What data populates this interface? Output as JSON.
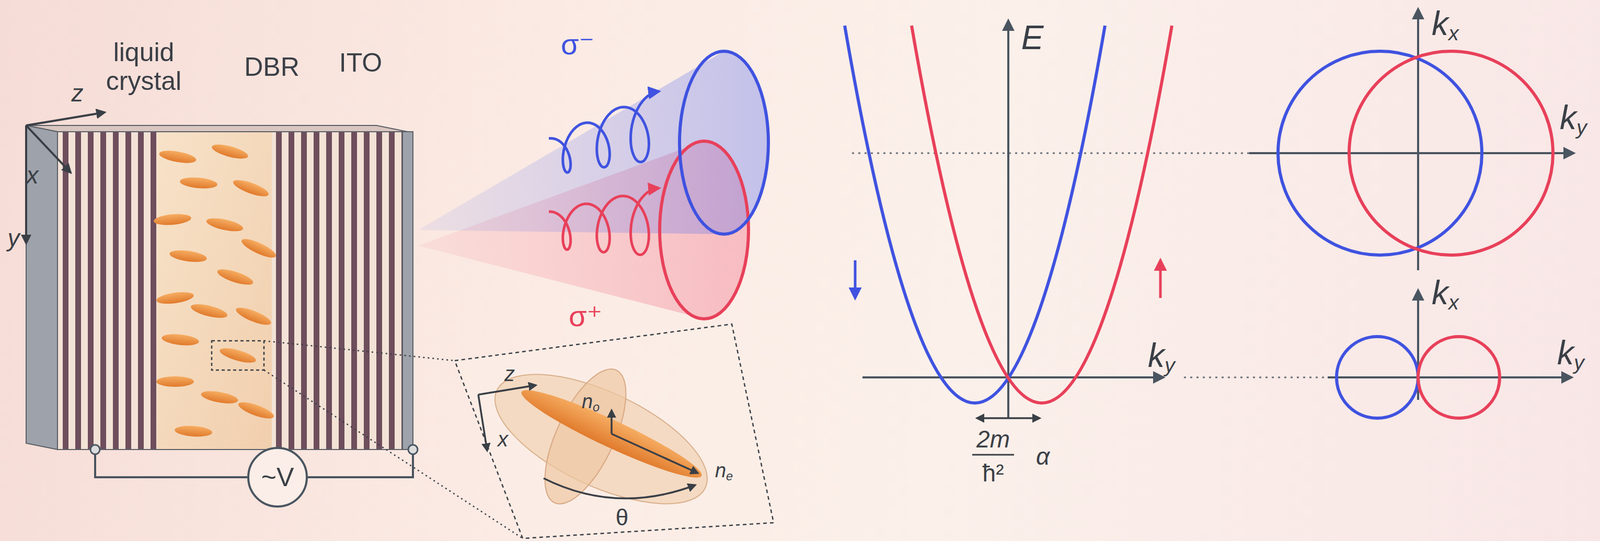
{
  "diagram": {
    "nodes": [
      {
        "text": [
          "~V"
        ]
      }
    ],
    "labels": [
      "liquid crystal",
      "DBR",
      "ITO",
      "z",
      "x",
      "y",
      "σ⁻",
      "σ⁺",
      "z",
      "x",
      "no",
      "ne",
      "θ",
      "E",
      "ky",
      "2m",
      "ħ²",
      "α",
      "kx",
      "ky",
      "kx",
      "ky"
    ]
  }
}
